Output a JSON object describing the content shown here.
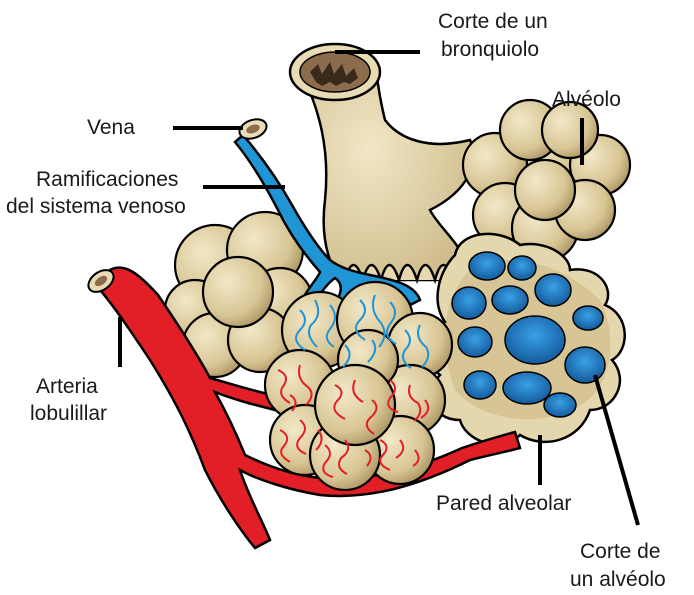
{
  "labels": {
    "bronchiole_line1": "Corte de un",
    "bronchiole_line2": "bronquiolo",
    "alveolus": "Alvéolo",
    "vein": "Vena",
    "venous_line1": "Ramificaciones",
    "venous_line2": "del sistema venoso",
    "artery_line1": "Arteria",
    "artery_line2": "lobulillar",
    "wall": "Pared alveolar",
    "section_line1": "Corte de",
    "section_line2": "un alvéolo"
  },
  "colors": {
    "tissue": "#e2d2a6",
    "tissue_dark": "#b39b68",
    "bronchus": "#e6d9b0",
    "lumen": "#4a3a2a",
    "vein": "#1f95d6",
    "artery": "#e21f26",
    "alveolus_lumen": "#1b6fb0",
    "outline": "#000000"
  }
}
